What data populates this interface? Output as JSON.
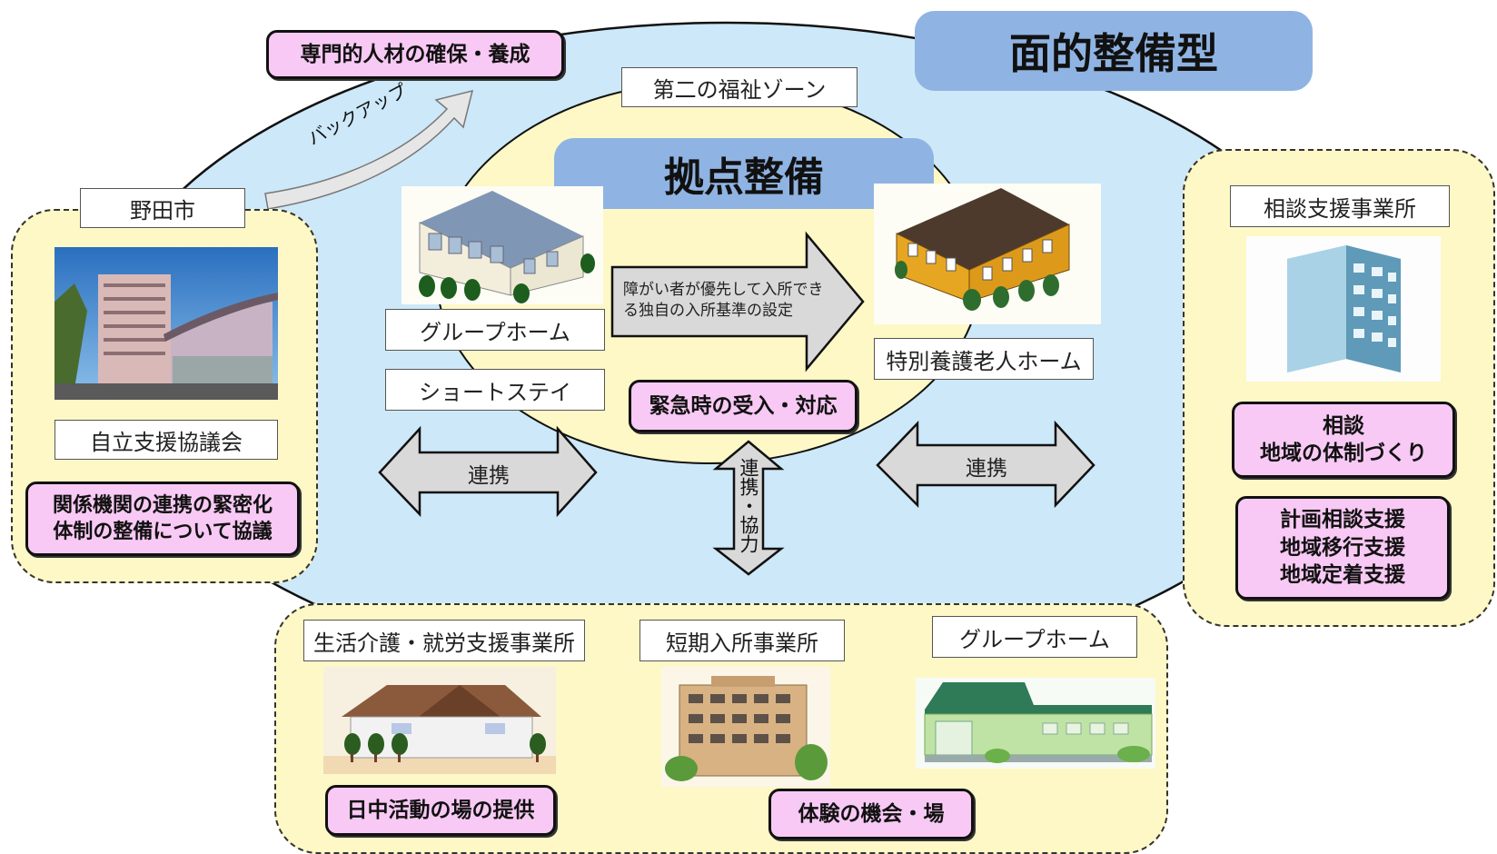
{
  "titles": {
    "area_type": "面的整備型",
    "hub": "拠点整備",
    "zone": "第二の福祉ゾーン"
  },
  "left": {
    "city": "野田市",
    "council": "自立支援協議会",
    "council_role": "関係機関の連携の緊密化\n体制の整備について協議"
  },
  "top_left": {
    "talent": "専門的人材の確保・養成",
    "backup": "バックアップ"
  },
  "center": {
    "group_home": "グループホーム",
    "short_stay": "ショートステイ",
    "nursing_home": "特別養護老人ホーム",
    "admission_rule": "障がい者が優先して入所でき\nる独自の入所基準の設定",
    "emergency": "緊急時の受入・対応"
  },
  "links": {
    "left": "連携",
    "right": "連携",
    "vertical": "連携・協力"
  },
  "right": {
    "office": "相談支援事業所",
    "consult": "相談\n地域の体制づくり",
    "support": "計画相談支援\n地域移行支援\n地域定着支援"
  },
  "bottom": {
    "daycare": "生活介護・就労支援事業所",
    "short_term": "短期入所事業所",
    "group_home": "グループホーム",
    "day_activity": "日中活動の場の提供",
    "experience": "体験の機会・場"
  },
  "colors": {
    "outer_ellipse": "#cde8f8",
    "inner_ellipse": "#fdf8c6",
    "panel": "#fdf8c6",
    "pink_box": "#f8c9f4",
    "title_pill": "#8fb4e3",
    "arrow": "#d9d9d9"
  }
}
